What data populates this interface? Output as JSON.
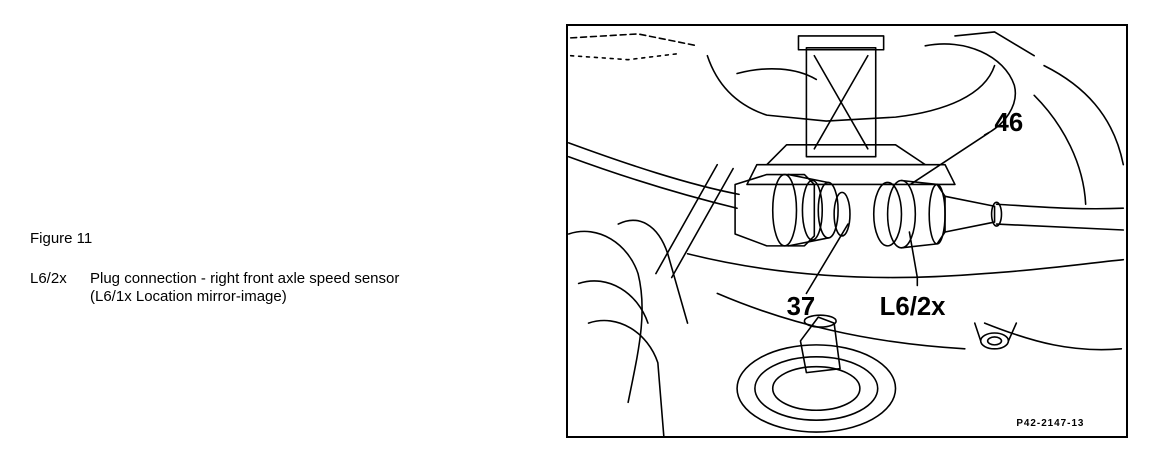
{
  "caption": {
    "figure_label": "Figure 11",
    "legend": [
      {
        "code": "L6/2x",
        "line1": "Plug connection - right front axle speed sensor",
        "line2": "(L6/1x Location mirror-image)"
      }
    ]
  },
  "illustration": {
    "callouts": {
      "c46": "46",
      "c37": "37",
      "cL62x": "L6/2x"
    },
    "reference_code": "P42-2147-13"
  }
}
